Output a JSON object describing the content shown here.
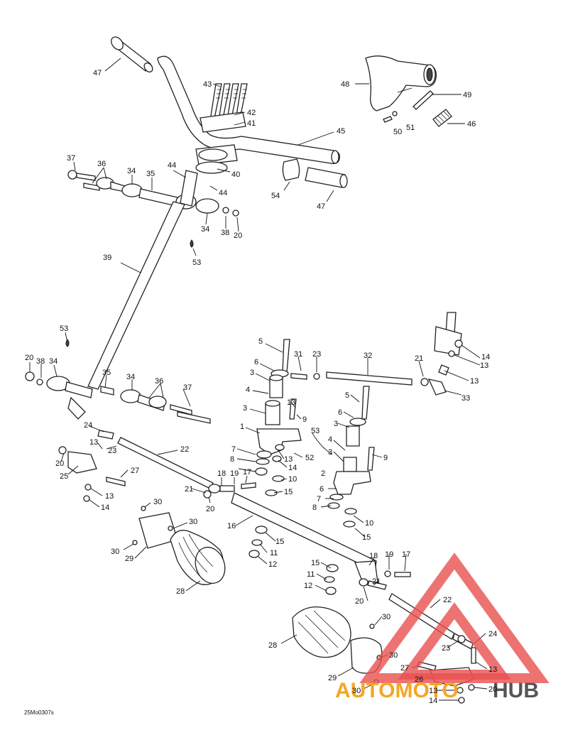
{
  "diagram": {
    "reference_code": "25Mo0307s",
    "watermark": {
      "brand_a": "AUTOMOTO",
      "brand_b": "HUB",
      "color_a": "#f5a623",
      "color_b": "#555555",
      "triangle_color": "#e85050"
    },
    "callouts": [
      {
        "id": "c47a",
        "label": "47"
      },
      {
        "id": "c43",
        "label": "43"
      },
      {
        "id": "c42",
        "label": "42"
      },
      {
        "id": "c41",
        "label": "41"
      },
      {
        "id": "c45",
        "label": "45"
      },
      {
        "id": "c48",
        "label": "48"
      },
      {
        "id": "c49",
        "label": "49"
      },
      {
        "id": "c46",
        "label": "46"
      },
      {
        "id": "c50",
        "label": "50"
      },
      {
        "id": "c51",
        "label": "51"
      },
      {
        "id": "c37a",
        "label": "37"
      },
      {
        "id": "c36a",
        "label": "36"
      },
      {
        "id": "c34a",
        "label": "34"
      },
      {
        "id": "c35a",
        "label": "35"
      },
      {
        "id": "c44a",
        "label": "44"
      },
      {
        "id": "c40",
        "label": "40"
      },
      {
        "id": "c44b",
        "label": "44"
      },
      {
        "id": "c54",
        "label": "54"
      },
      {
        "id": "c47b",
        "label": "47"
      },
      {
        "id": "c34b",
        "label": "34"
      },
      {
        "id": "c38a",
        "label": "38"
      },
      {
        "id": "c20a",
        "label": "20"
      },
      {
        "id": "c53a",
        "label": "53"
      },
      {
        "id": "c39",
        "label": "39"
      },
      {
        "id": "c53b",
        "label": "53"
      },
      {
        "id": "c20b",
        "label": "20"
      },
      {
        "id": "c38b",
        "label": "38"
      },
      {
        "id": "c34c",
        "label": "34"
      },
      {
        "id": "c35b",
        "label": "35"
      },
      {
        "id": "c34d",
        "label": "34"
      },
      {
        "id": "c36b",
        "label": "36"
      },
      {
        "id": "c37b",
        "label": "37"
      },
      {
        "id": "c5a",
        "label": "5"
      },
      {
        "id": "c6a",
        "label": "6"
      },
      {
        "id": "c3a",
        "label": "3"
      },
      {
        "id": "c4a",
        "label": "4"
      },
      {
        "id": "c3b",
        "label": "3"
      },
      {
        "id": "c31",
        "label": "31"
      },
      {
        "id": "c23a",
        "label": "23"
      },
      {
        "id": "c32",
        "label": "32"
      },
      {
        "id": "c21a",
        "label": "21"
      },
      {
        "id": "c14a",
        "label": "14"
      },
      {
        "id": "c13a",
        "label": "13"
      },
      {
        "id": "c13b",
        "label": "13"
      },
      {
        "id": "c33",
        "label": "33"
      },
      {
        "id": "c13c",
        "label": "13"
      },
      {
        "id": "c9a",
        "label": "9"
      },
      {
        "id": "c5b",
        "label": "5"
      },
      {
        "id": "c6b",
        "label": "6"
      },
      {
        "id": "c3c",
        "label": "3"
      },
      {
        "id": "c53c",
        "label": "53"
      },
      {
        "id": "c1",
        "label": "1"
      },
      {
        "id": "c7a",
        "label": "7"
      },
      {
        "id": "c8a",
        "label": "8"
      },
      {
        "id": "c13d",
        "label": "13"
      },
      {
        "id": "c14b",
        "label": "14"
      },
      {
        "id": "c52",
        "label": "52"
      },
      {
        "id": "c4b",
        "label": "4"
      },
      {
        "id": "c3d",
        "label": "3"
      },
      {
        "id": "c9b",
        "label": "9"
      },
      {
        "id": "c24a",
        "label": "24"
      },
      {
        "id": "c13e",
        "label": "13"
      },
      {
        "id": "c23b",
        "label": "23"
      },
      {
        "id": "c22a",
        "label": "22"
      },
      {
        "id": "c20c",
        "label": "20"
      },
      {
        "id": "c25",
        "label": "25"
      },
      {
        "id": "c27a",
        "label": "27"
      },
      {
        "id": "c13f",
        "label": "13"
      },
      {
        "id": "c14c",
        "label": "14"
      },
      {
        "id": "c21b",
        "label": "21"
      },
      {
        "id": "c18a",
        "label": "18"
      },
      {
        "id": "c19a",
        "label": "19"
      },
      {
        "id": "c17a",
        "label": "17"
      },
      {
        "id": "c10a",
        "label": "10"
      },
      {
        "id": "c15a",
        "label": "15"
      },
      {
        "id": "c20d",
        "label": "20"
      },
      {
        "id": "c2",
        "label": "2"
      },
      {
        "id": "c6c",
        "label": "6"
      },
      {
        "id": "c7b",
        "label": "7"
      },
      {
        "id": "c8b",
        "label": "8"
      },
      {
        "id": "c10b",
        "label": "10"
      },
      {
        "id": "c15b",
        "label": "15"
      },
      {
        "id": "c30a",
        "label": "30"
      },
      {
        "id": "c30b",
        "label": "30"
      },
      {
        "id": "c16",
        "label": "16"
      },
      {
        "id": "c15c",
        "label": "15"
      },
      {
        "id": "c11a",
        "label": "11"
      },
      {
        "id": "c12a",
        "label": "12"
      },
      {
        "id": "c30c",
        "label": "30"
      },
      {
        "id": "c29a",
        "label": "29"
      },
      {
        "id": "c28a",
        "label": "28"
      },
      {
        "id": "c15d",
        "label": "15"
      },
      {
        "id": "c11b",
        "label": "11"
      },
      {
        "id": "c12b",
        "label": "12"
      },
      {
        "id": "c18b",
        "label": "18"
      },
      {
        "id": "c19b",
        "label": "19"
      },
      {
        "id": "c17b",
        "label": "17"
      },
      {
        "id": "c21c",
        "label": "21"
      },
      {
        "id": "c20e",
        "label": "20"
      },
      {
        "id": "c22b",
        "label": "22"
      },
      {
        "id": "c30d",
        "label": "30"
      },
      {
        "id": "c28b",
        "label": "28"
      },
      {
        "id": "c24b",
        "label": "24"
      },
      {
        "id": "c23c",
        "label": "23"
      },
      {
        "id": "c13g",
        "label": "13"
      },
      {
        "id": "c30e",
        "label": "30"
      },
      {
        "id": "c27b",
        "label": "27"
      },
      {
        "id": "c29b",
        "label": "29"
      },
      {
        "id": "c26",
        "label": "26"
      },
      {
        "id": "c30f",
        "label": "30"
      },
      {
        "id": "c13h",
        "label": "13"
      },
      {
        "id": "c20f",
        "label": "20"
      },
      {
        "id": "c14d",
        "label": "14"
      }
    ]
  }
}
